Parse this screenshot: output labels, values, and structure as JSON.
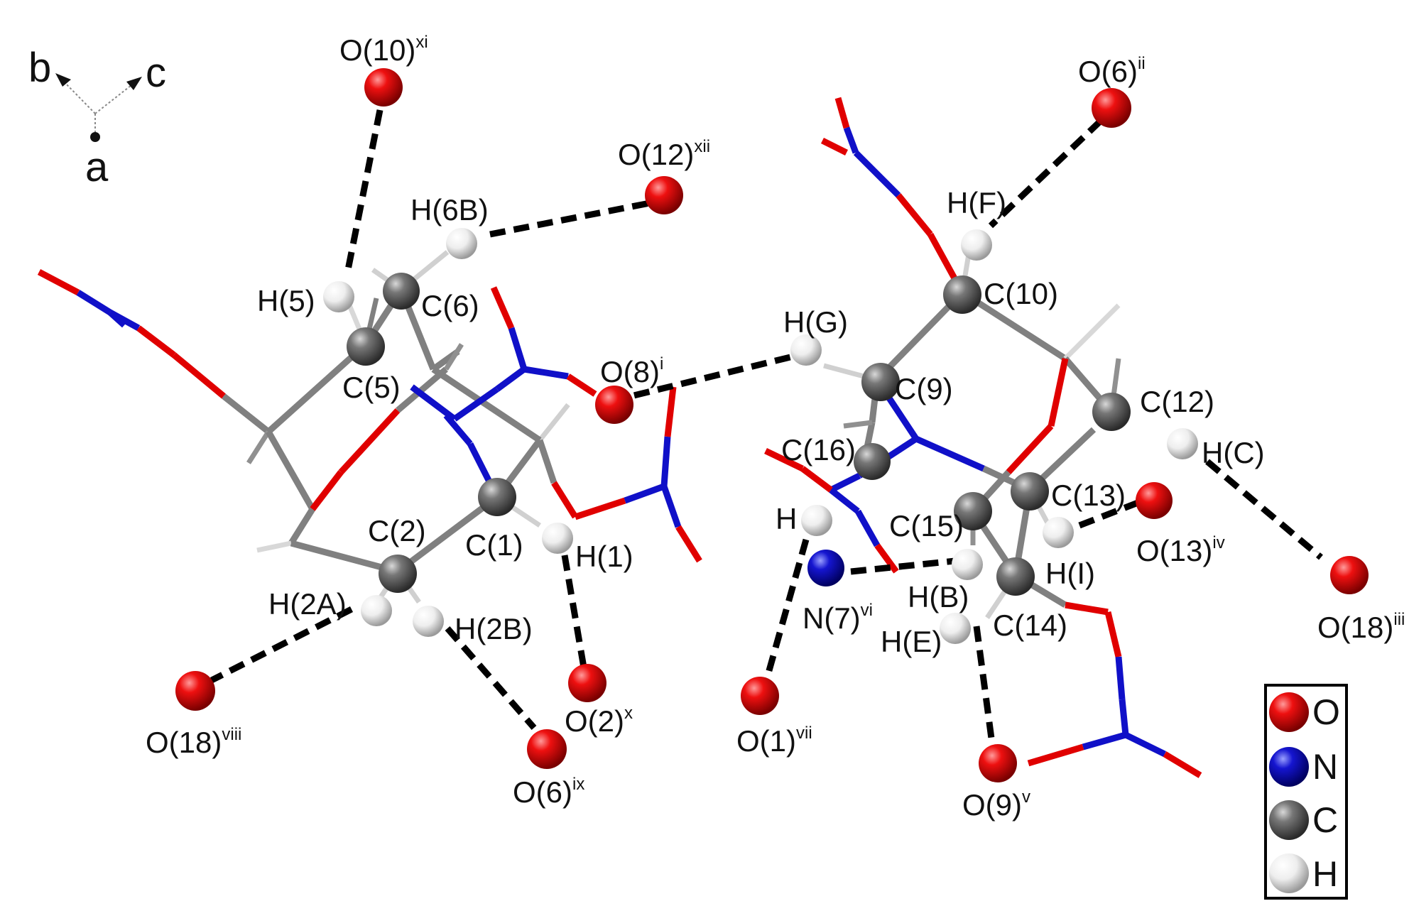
{
  "axes": {
    "b": "b",
    "c": "c",
    "a": "a"
  },
  "colors": {
    "O": "#e00000",
    "N": "#1010c8",
    "C": "#707070",
    "H": "#e8e8e8",
    "hbond": "#000000"
  },
  "legend": [
    {
      "element": "O",
      "label": "O"
    },
    {
      "element": "N",
      "label": "N"
    },
    {
      "element": "C",
      "label": "C"
    },
    {
      "element": "H",
      "label": "H"
    }
  ],
  "labels": [
    {
      "id": "o10",
      "text": "O(10)",
      "sup": "xi"
    },
    {
      "id": "o12",
      "text": "O(12)",
      "sup": "xii"
    },
    {
      "id": "h6b",
      "text": "H(6B)",
      "sup": ""
    },
    {
      "id": "h5",
      "text": "H(5)",
      "sup": ""
    },
    {
      "id": "c6",
      "text": "C(6)",
      "sup": ""
    },
    {
      "id": "c5",
      "text": "C(5)",
      "sup": ""
    },
    {
      "id": "o8",
      "text": "O(8)",
      "sup": "i"
    },
    {
      "id": "c2",
      "text": "C(2)",
      "sup": ""
    },
    {
      "id": "c1",
      "text": "C(1)",
      "sup": ""
    },
    {
      "id": "h1",
      "text": "H(1)",
      "sup": ""
    },
    {
      "id": "h2a",
      "text": "H(2A)",
      "sup": ""
    },
    {
      "id": "h2b",
      "text": "H(2B)",
      "sup": ""
    },
    {
      "id": "o18a",
      "text": "O(18)",
      "sup": "viii"
    },
    {
      "id": "o2",
      "text": "O(2)",
      "sup": "x"
    },
    {
      "id": "o6a",
      "text": "O(6)",
      "sup": "ix"
    },
    {
      "id": "o6b",
      "text": "O(6)",
      "sup": "ii"
    },
    {
      "id": "hf",
      "text": "H(F)",
      "sup": ""
    },
    {
      "id": "c10",
      "text": "C(10)",
      "sup": ""
    },
    {
      "id": "hg",
      "text": "H(G)",
      "sup": ""
    },
    {
      "id": "c9",
      "text": "C(9)",
      "sup": ""
    },
    {
      "id": "c12",
      "text": "C(12)",
      "sup": ""
    },
    {
      "id": "hc",
      "text": "H(C)",
      "sup": ""
    },
    {
      "id": "c16",
      "text": "C(16)",
      "sup": ""
    },
    {
      "id": "c13",
      "text": "C(13)",
      "sup": ""
    },
    {
      "id": "o13",
      "text": "O(13)",
      "sup": "iv"
    },
    {
      "id": "h",
      "text": "H",
      "sup": ""
    },
    {
      "id": "c15",
      "text": "C(15)",
      "sup": ""
    },
    {
      "id": "hi",
      "text": "H(I)",
      "sup": ""
    },
    {
      "id": "n7",
      "text": "N(7)",
      "sup": "vi"
    },
    {
      "id": "hb",
      "text": "H(B)",
      "sup": ""
    },
    {
      "id": "c14",
      "text": "C(14)",
      "sup": ""
    },
    {
      "id": "he",
      "text": "H(E)",
      "sup": ""
    },
    {
      "id": "o18b",
      "text": "O(18)",
      "sup": "iii"
    },
    {
      "id": "o1",
      "text": "O(1)",
      "sup": "vii"
    },
    {
      "id": "o9",
      "text": "O(9)",
      "sup": "v"
    }
  ]
}
